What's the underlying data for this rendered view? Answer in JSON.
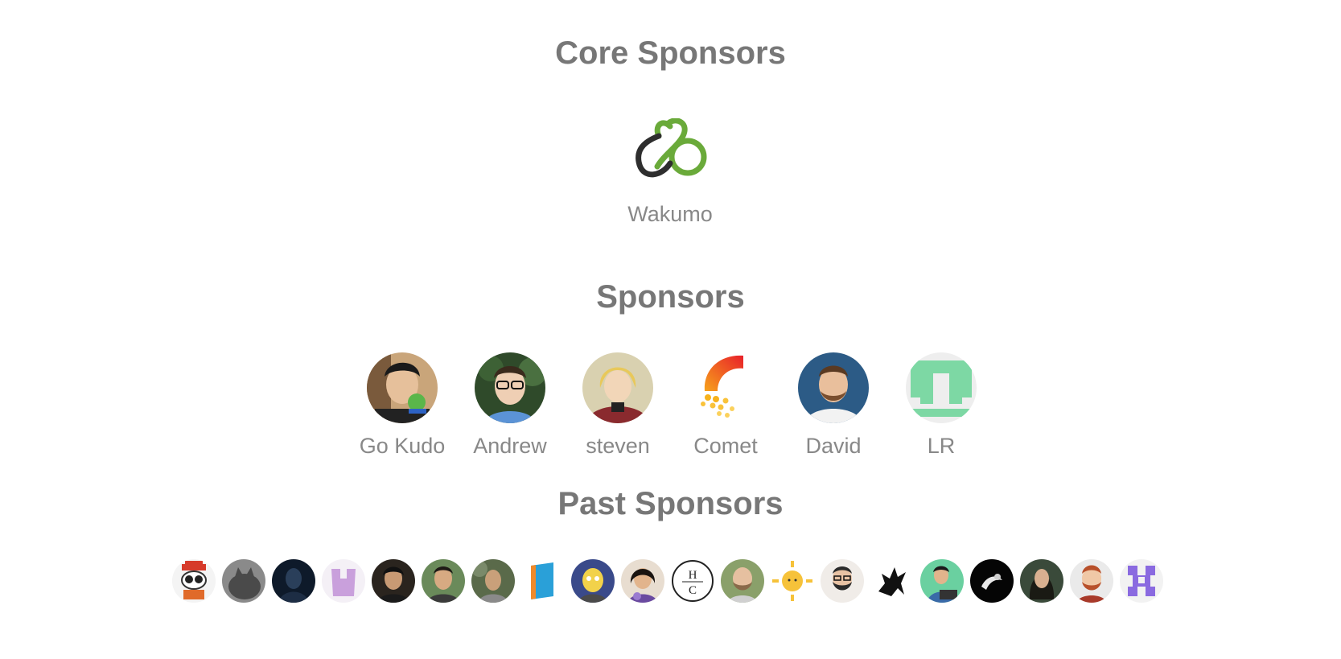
{
  "core": {
    "title": "Core Sponsors",
    "sponsors": [
      {
        "name": "Wakumo",
        "icon": "wakumo-logo-icon"
      }
    ]
  },
  "sponsors": {
    "title": "Sponsors",
    "items": [
      {
        "name": "Go Kudo",
        "icon": "go-kudo-avatar"
      },
      {
        "name": "Andrew",
        "icon": "andrew-avatar"
      },
      {
        "name": "steven",
        "icon": "steven-avatar"
      },
      {
        "name": "Comet",
        "icon": "comet-logo-avatar"
      },
      {
        "name": "David",
        "icon": "david-avatar"
      },
      {
        "name": "LR",
        "icon": "lr-logo-avatar"
      }
    ]
  },
  "past": {
    "title": "Past Sponsors",
    "items": [
      {
        "icon": "robot-cat-avatar"
      },
      {
        "icon": "gray-cat-avatar"
      },
      {
        "icon": "dark-figure-avatar"
      },
      {
        "icon": "purple-cup-avatar"
      },
      {
        "icon": "person-dark-avatar"
      },
      {
        "icon": "person-outdoor-avatar"
      },
      {
        "icon": "person-forest-avatar"
      },
      {
        "icon": "book-avatar"
      },
      {
        "icon": "cartoon-character-avatar"
      },
      {
        "icon": "person-glasses-avatar"
      },
      {
        "icon": "hc-monogram-avatar",
        "text_top": "H",
        "text_bottom": "C"
      },
      {
        "icon": "person-beard-avatar"
      },
      {
        "icon": "sun-avatar"
      },
      {
        "icon": "person-beard-glasses-avatar"
      },
      {
        "icon": "pegasus-avatar"
      },
      {
        "icon": "person-laptop-avatar"
      },
      {
        "icon": "dark-abstract-avatar"
      },
      {
        "icon": "person-longhair-avatar"
      },
      {
        "icon": "cartoon-man-avatar"
      },
      {
        "icon": "purple-pixel-avatar"
      }
    ]
  },
  "colors": {
    "heading": "#777777",
    "label": "#888888",
    "wakumo_green": "#6aaa3a",
    "wakumo_dark": "#2e2e2e"
  }
}
